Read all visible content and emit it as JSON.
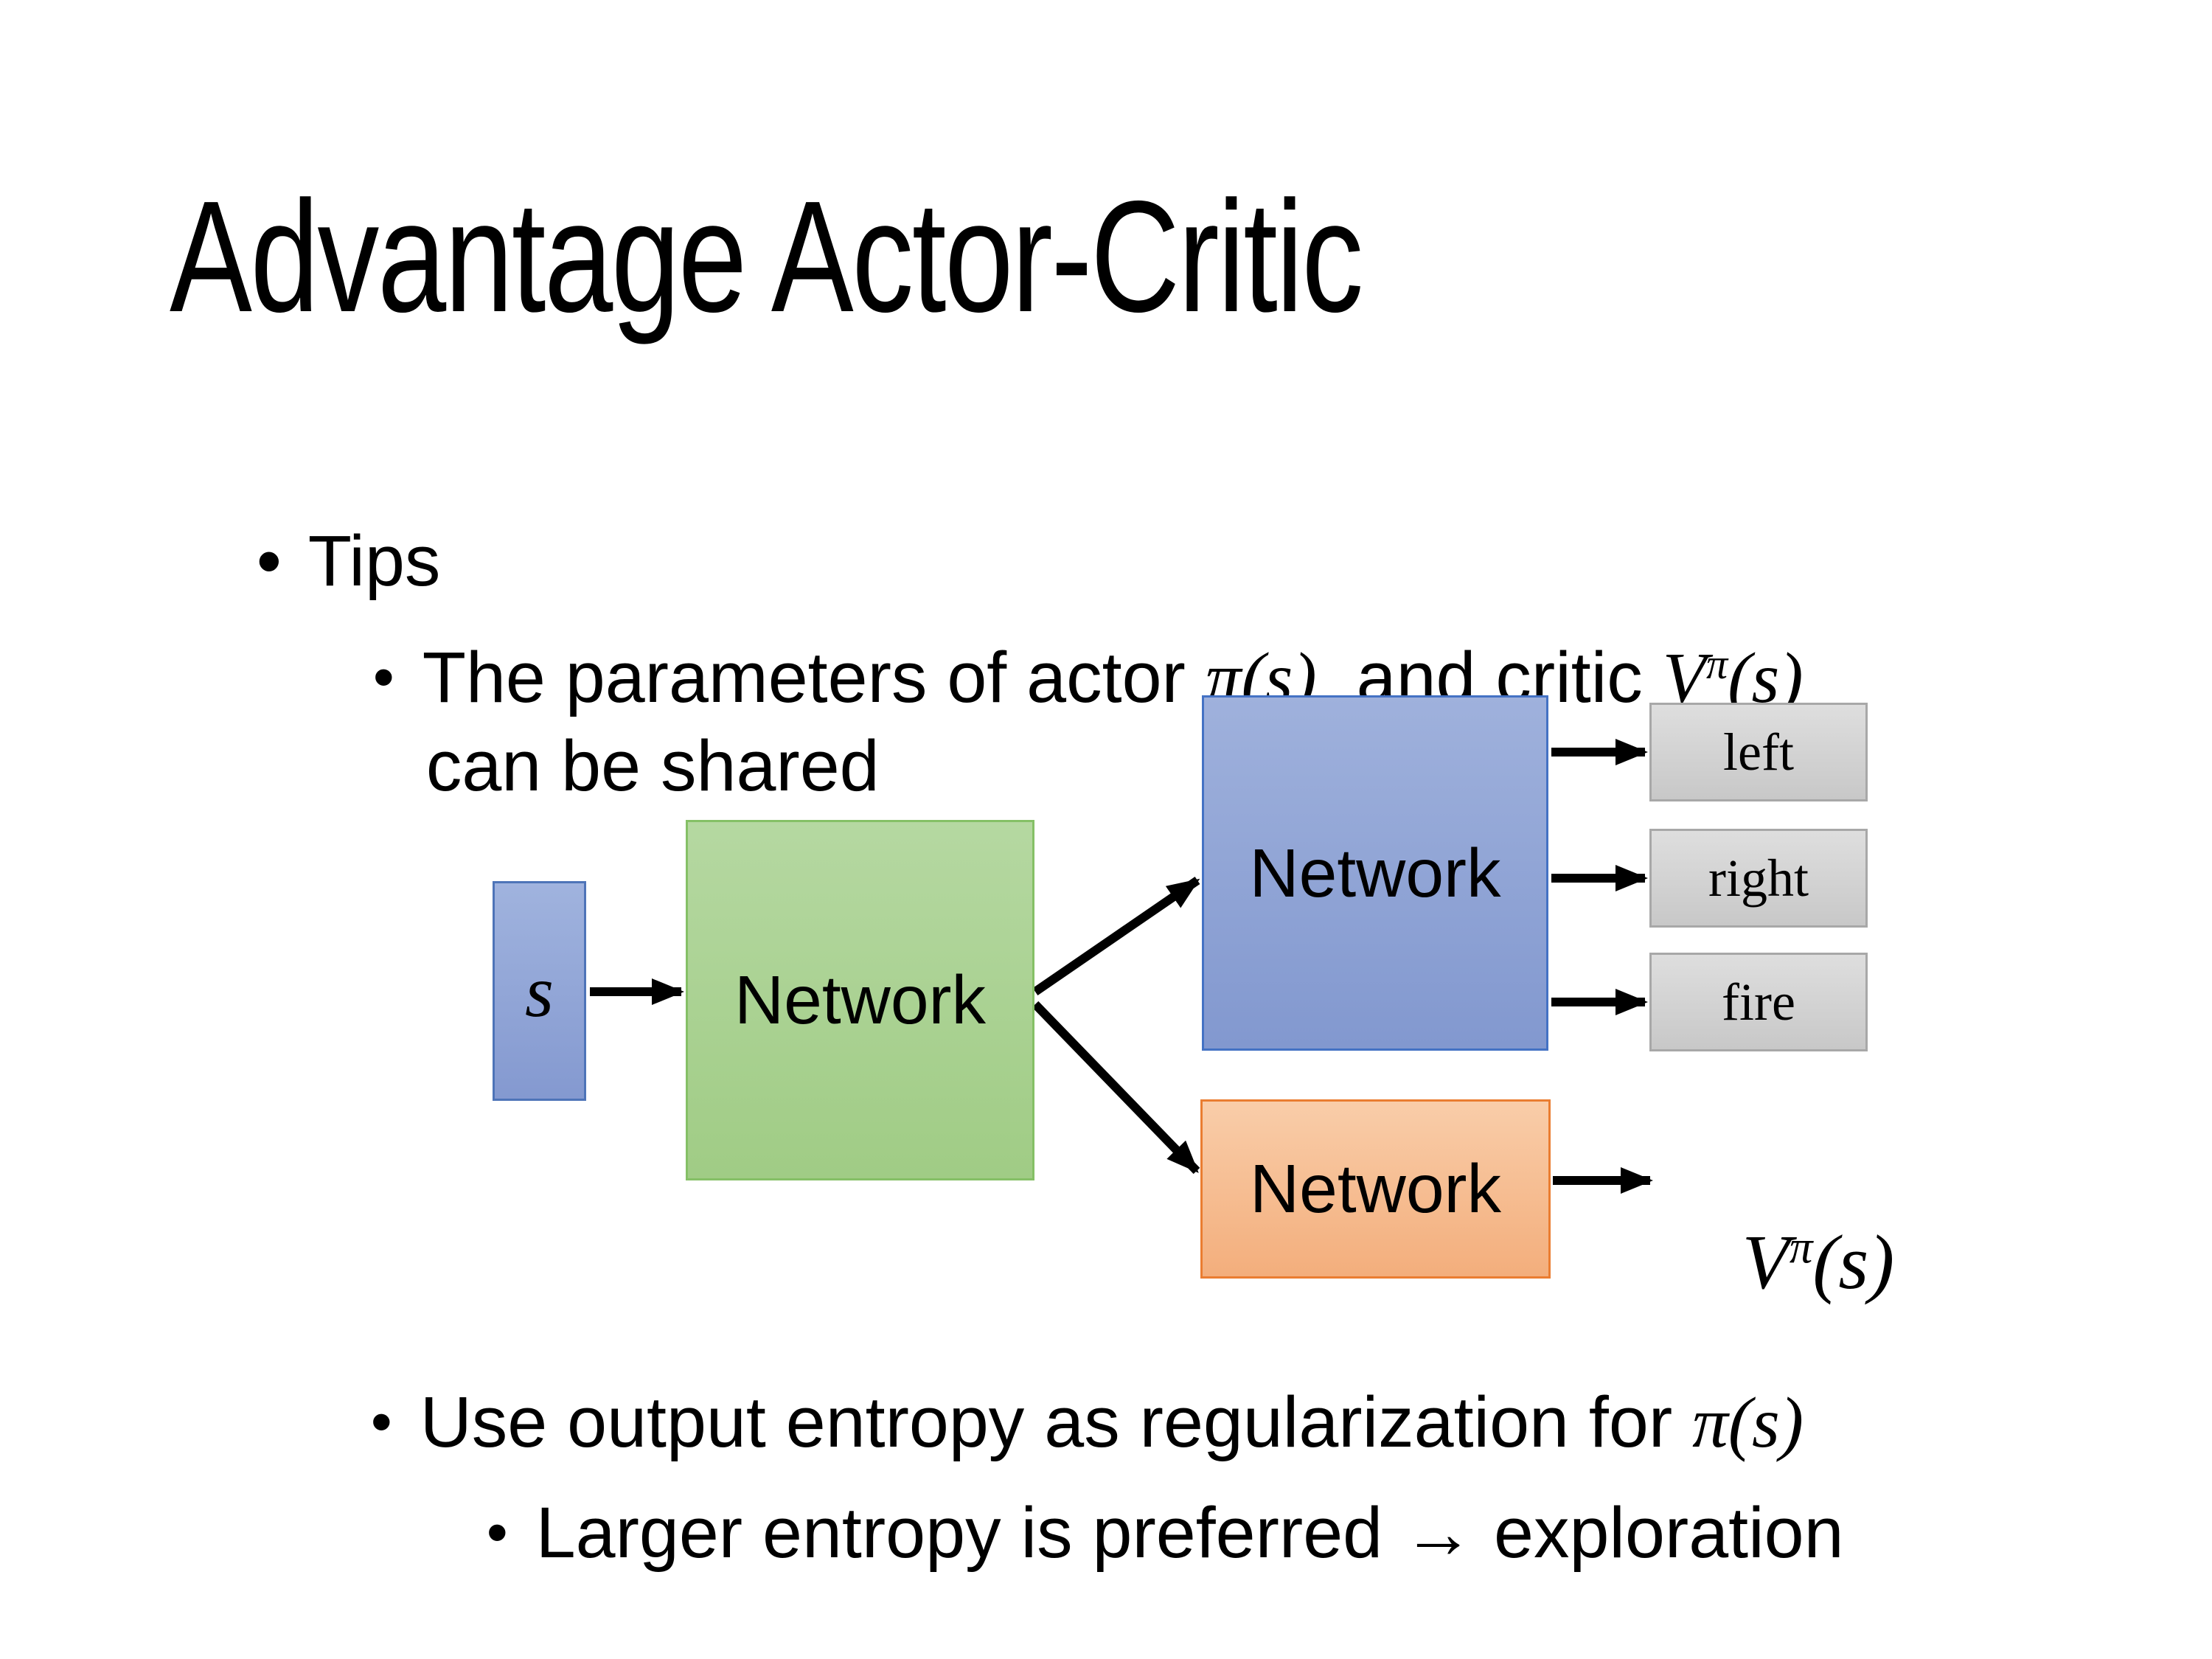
{
  "slide": {
    "title": "Advantage Actor-Critic",
    "bullet_glyph": "•",
    "bullets": {
      "tips": "Tips",
      "param": {
        "pre": "The parameters of actor ",
        "pi": "π(s)",
        "mid": "  and critic ",
        "v": "V",
        "v_sup": "π",
        "v_args": "(s)",
        "cont": "can be shared"
      },
      "entropy": {
        "pre": "Use output entropy as regularization for ",
        "pi": "π(s)"
      },
      "larger": "Larger entropy is preferred → exploration"
    }
  },
  "diagram": {
    "state_label": "s",
    "shared_label": "Network",
    "actor_label": "Network",
    "critic_label": "Network",
    "actions": [
      "left",
      "right",
      "fire"
    ],
    "value": {
      "v": "V",
      "sup": "π",
      "args": "(s)"
    },
    "colors": {
      "state_fill_top": "#a0b3de",
      "state_fill_bottom": "#8499d0",
      "state_border": "#4e74b8",
      "shared_fill_top": "#b5d8a1",
      "shared_fill_bottom": "#a0cc85",
      "shared_border": "#85c066",
      "actor_fill_top": "#9fb1dc",
      "actor_fill_bottom": "#8298cf",
      "actor_border": "#4472c4",
      "critic_fill_top": "#f9cda9",
      "critic_fill_bottom": "#f3ae7c",
      "critic_border": "#ea7d31",
      "action_fill_top": "#dedede",
      "action_fill_bottom": "#c8c8c8",
      "action_border": "#a8a8a8",
      "arrow": "#000000"
    }
  }
}
